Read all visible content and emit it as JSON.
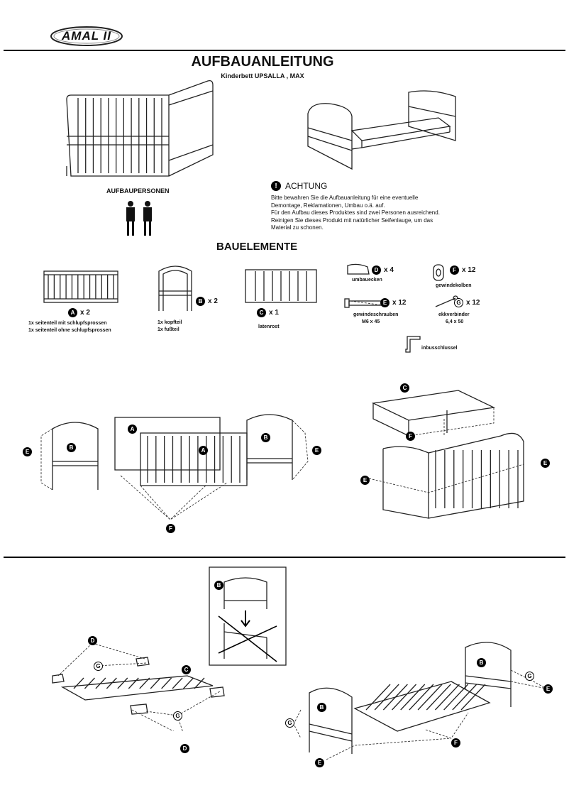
{
  "logo": {
    "text": "AMAL II"
  },
  "header": {
    "title": "AUFBAUANLEITUNG",
    "subtitle": "Kinderbett  UPSALLA , MAX"
  },
  "persons": {
    "label": "AUFBAUPERSONEN"
  },
  "warning": {
    "heading": "ACHTUNG",
    "lines": [
      "Bitte bewahren Sie die Aufbauanleitung für eine eventuelle",
      "Demontage, Reklamationen, Umbau o.ä. auf.",
      "Für den Aufbau dieses Produktes sind zwei Personen ausreichend.",
      "Reinigen Sie dieses Produkt mit natürlicher Seifenlauge, um das",
      "Material zu schonen."
    ]
  },
  "parts": {
    "heading": "BAUELEMENTE",
    "a": {
      "letter": "A",
      "qty": "x 2",
      "desc1": "1x seitenteil mit schlupfsprossen",
      "desc2": "1x seitenteil ohne schlupfsprossen"
    },
    "b": {
      "letter": "B",
      "qty": "x 2",
      "desc1": "1x kopfteil",
      "desc2": "1x fußteil"
    },
    "c": {
      "letter": "C",
      "qty": "x 1",
      "desc1": "latenrost"
    },
    "d": {
      "letter": "D",
      "qty": "x 4",
      "desc1": "umbauecken"
    },
    "e": {
      "letter": "E",
      "qty": "x 12",
      "desc1": "gewindeschrauben",
      "desc2": "M6 x 45"
    },
    "f": {
      "letter": "F",
      "qty": "x 12",
      "desc1": "gewindekolben"
    },
    "g": {
      "letter": "G",
      "qty": "x 12",
      "desc1": "ekkverbinder",
      "desc2": "6,4 x 50"
    },
    "key": {
      "desc1": "inbusschlussel"
    }
  },
  "labels": {
    "A": "A",
    "B": "B",
    "C": "C",
    "D": "D",
    "E": "E",
    "F": "F",
    "G": "G"
  }
}
